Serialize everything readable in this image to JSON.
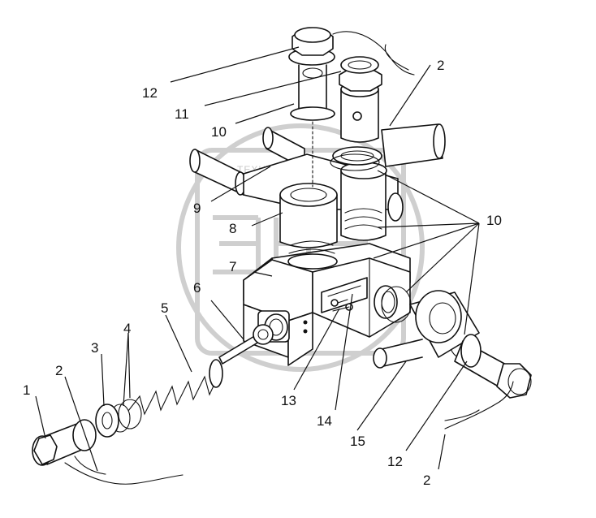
{
  "watermark": {
    "text": "ТЕХНИКА"
  },
  "callouts": [
    {
      "id": "c1",
      "label": "1"
    },
    {
      "id": "c2a",
      "label": "2"
    },
    {
      "id": "c2b",
      "label": "2"
    },
    {
      "id": "c2c",
      "label": "2"
    },
    {
      "id": "c3",
      "label": "3"
    },
    {
      "id": "c4",
      "label": "4"
    },
    {
      "id": "c5",
      "label": "5"
    },
    {
      "id": "c6",
      "label": "6"
    },
    {
      "id": "c7",
      "label": "7"
    },
    {
      "id": "c8",
      "label": "8"
    },
    {
      "id": "c9",
      "label": "9"
    },
    {
      "id": "c10a",
      "label": "10"
    },
    {
      "id": "c10b",
      "label": "10"
    },
    {
      "id": "c11",
      "label": "11"
    },
    {
      "id": "c12a",
      "label": "12"
    },
    {
      "id": "c12b",
      "label": "12"
    },
    {
      "id": "c13",
      "label": "13"
    },
    {
      "id": "c14",
      "label": "14"
    },
    {
      "id": "c15",
      "label": "15"
    }
  ]
}
